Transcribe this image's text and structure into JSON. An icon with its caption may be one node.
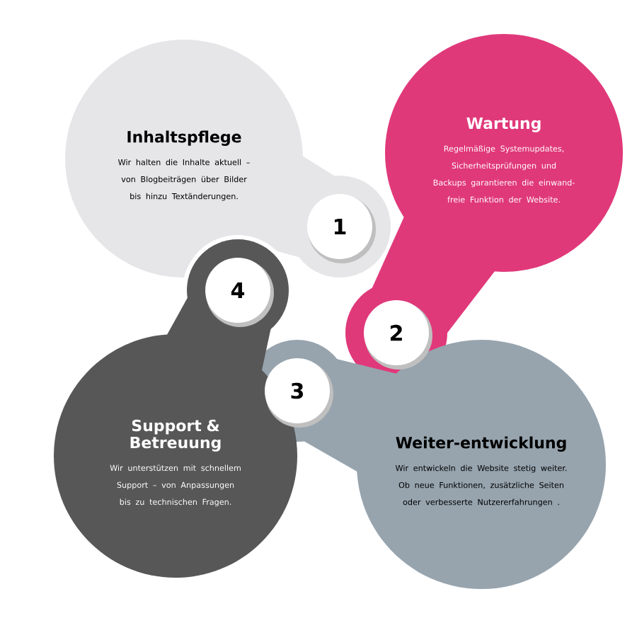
{
  "diagram": {
    "nodes": [
      {
        "text": [
          "Inhaltspflege",
          "Wir halten die Inhalte aktuell – von Blogbeiträgen über Bilder bis hinzu Textänderungen."
        ]
      },
      {
        "text": [
          "1"
        ]
      },
      {
        "text": [
          "Wartung",
          "Regelmäßige Systemupdates, Sicherheitsprüfungen und Backups garantieren die einwand-freie Funktion der Website."
        ]
      },
      {
        "text": [
          "2"
        ]
      },
      {
        "text": [
          "Weiter-entwicklung",
          "Wir entwickeln die Website stetig weiter. Ob neue Funktionen, zusätzliche Seiten oder verbesserte Nutzererfahrungen ."
        ]
      },
      {
        "text": [
          "3"
        ]
      },
      {
        "text": [
          "Support & Betreuung",
          "Wir unterstützen mit schnellem Support – von Anpassungen bis zu technischen Fragen."
        ]
      },
      {
        "text": [
          "4"
        ]
      }
    ]
  }
}
